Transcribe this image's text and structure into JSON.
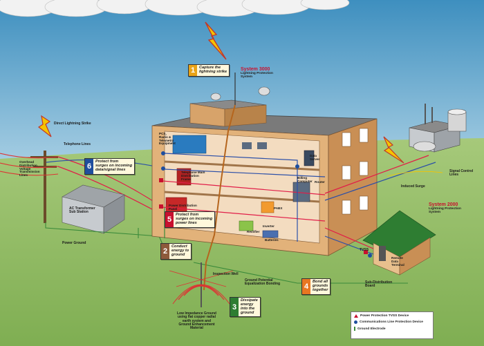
{
  "colors": {
    "sky_top": "#3e8fbf",
    "sky_bottom": "#d8ecf4",
    "grass": "#8fb95f",
    "building_wall": "#e2b27a",
    "building_shadow": "#c98f55",
    "roof": "#6b6b6b",
    "power_line": "#e11d48",
    "data_line": "#2b4fa8",
    "ground_wire": "#3a8a3a",
    "step_red": "#c8102e",
    "step_blue": "#1f4e9e",
    "step_green": "#2e7d32",
    "step_yellow": "#e8a317",
    "step_orange": "#e87722",
    "step_brown": "#8d5a3b"
  },
  "steps": [
    {
      "num": "1",
      "text": "Capture the\nlightning strike",
      "color": "#e8a317"
    },
    {
      "num": "2",
      "text": "Conduct\nenergy to\nground",
      "color": "#8d5a3b"
    },
    {
      "num": "3",
      "text": "Dissipate\nenergy\ninto the\nground",
      "color": "#2e7d32"
    },
    {
      "num": "4",
      "text": "Bond all\ngrounds\ntogether",
      "color": "#e87722"
    },
    {
      "num": "5",
      "text": "Protect from\nsurges on incoming\npower lines",
      "color": "#c8102e"
    },
    {
      "num": "6",
      "text": "Protect from\nsurges on incoming\ndata/signal lines",
      "color": "#1f4e9e"
    }
  ],
  "systems": {
    "s3000": {
      "title": "System 3000",
      "subtitle": "Lightning Protection\nSystem"
    },
    "s2000": {
      "title": "System 2000",
      "subtitle": "Lightning Protection\nSystem"
    }
  },
  "labels": {
    "direct_strike": "Direct Lightning Strike",
    "overhead_lines": "Overhead\nDistribution\nVoltage\nTransmission\nLines",
    "telephone_lines": "Telephone Lines",
    "ac_transformer": "AC Transformer\nSub Station",
    "power_ground": "Power Ground",
    "pcs_radio": "PCS,\nRadio &\nTelemetry\nEquipment",
    "telephone_main": "Telephone Main\nDistribution\nFrame",
    "power_distribution": "Power Distribution\nPanel",
    "inverter": "Inverter",
    "rectifier": "Rectifier",
    "batteries": "Batteries",
    "pabx": "PABX",
    "billing": "Billing\nComputer",
    "data_server": "Data\nServer",
    "router": "Router",
    "inspection_well": "Inspection Well",
    "ground_potential": "Ground Potential\nEqualization Bonding",
    "low_impedance": "Low Impedance Ground\nusing flat copper radial\nearth system and\nGround Enhancement\nMaterial",
    "signal_control": "Signal Control\nLines",
    "induced_surge": "Induced Surge",
    "tvss": "TVSS",
    "remote_data": "Remote\nData\nTerminal",
    "sub_distribution": "Sub-Distribution\nBoard"
  },
  "legend": {
    "power_tvss": "Power Protection TVSS Device",
    "comm_line": "Communications Line Protection Device",
    "ground_electrode": "Ground Electrode"
  }
}
